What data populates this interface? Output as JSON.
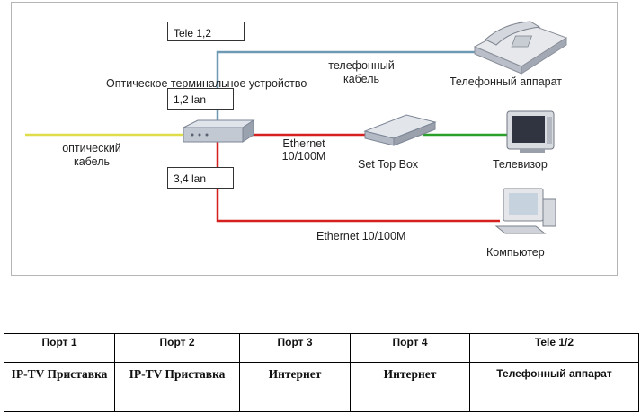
{
  "diagram": {
    "labels": {
      "optical_terminal": "Оптическое терминальное устройство",
      "optical_cable": "оптический кабель",
      "phone_cable": "телефонный кабель",
      "phone_device": "Телефонный аппарат",
      "ethernet_top": "Ethernet 10/100M",
      "set_top_box": "Set Top Box",
      "tv": "Телевизор",
      "ethernet_bottom": "Ethernet 10/100M",
      "computer": "Компьютер"
    },
    "callouts": {
      "tele": "Tele 1,2",
      "lan12": "1,2 lan",
      "lan34": "3,4 lan"
    },
    "icons": [
      "telephone-icon",
      "set-top-box-icon",
      "tv-icon",
      "computer-icon",
      "optical-terminal-icon"
    ],
    "colors": {
      "optical": "#e0dc4a",
      "phone": "#6f9ab3",
      "ethernet": "#d62020",
      "tv_link": "#2aa02a"
    }
  },
  "table": {
    "headers": [
      "Порт  1",
      "Порт 2",
      "Порт 3",
      "Порт 4",
      "Tele 1/2"
    ],
    "values": [
      "IP-TV Приставка",
      "IP-TV Приставка",
      "Интернет",
      "Интернет",
      "Телефонный аппарат"
    ]
  }
}
